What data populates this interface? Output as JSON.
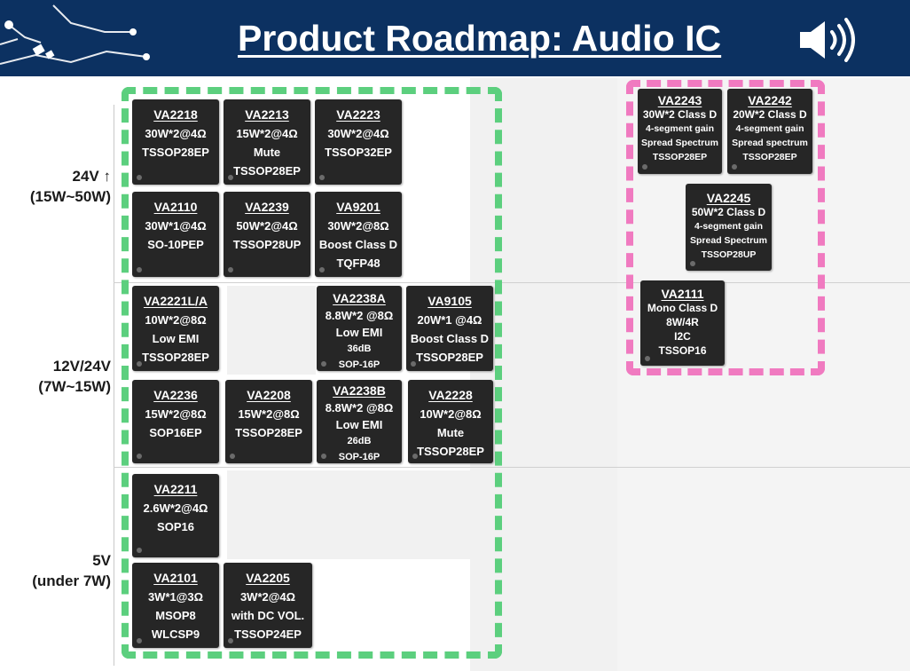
{
  "header": {
    "title": "Product Roadmap:  Audio IC",
    "icon": "speaker-icon"
  },
  "colors": {
    "header_bg": "#0c3161",
    "chip_bg": "#262626",
    "green_group": "#5ccf7e",
    "pink_group": "#f07ac0"
  },
  "rows": [
    {
      "line1": "24V ↑",
      "line2": "(15W~50W)"
    },
    {
      "line1": "12V/24V",
      "line2": "(7W~15W)"
    },
    {
      "line1": "5V",
      "line2": "(under 7W)"
    }
  ],
  "chips": {
    "va2218": {
      "name": "VA2218",
      "lines": [
        "30W*2@4Ω",
        "TSSOP28EP"
      ]
    },
    "va2213": {
      "name": "VA2213",
      "lines": [
        "15W*2@4Ω",
        "Mute",
        "TSSOP28EP"
      ]
    },
    "va2223": {
      "name": "VA2223",
      "lines": [
        "30W*2@4Ω",
        "TSSOP32EP"
      ]
    },
    "va2110": {
      "name": "VA2110",
      "lines": [
        "30W*1@4Ω",
        "SO-10PEP"
      ]
    },
    "va2239": {
      "name": "VA2239",
      "lines": [
        "50W*2@4Ω",
        "TSSOP28UP"
      ]
    },
    "va9201": {
      "name": "VA9201",
      "lines": [
        "30W*2@8Ω",
        "Boost Class D",
        "TQFP48"
      ]
    },
    "va2221": {
      "name": "VA2221L/A",
      "lines": [
        "10W*2@8Ω",
        "Low EMI",
        "TSSOP28EP"
      ]
    },
    "va2238a": {
      "name": "VA2238A",
      "lines": [
        "8.8W*2 @8Ω",
        "Low EMI",
        "36dB",
        "SOP-16P"
      ]
    },
    "va9105": {
      "name": "VA9105",
      "lines": [
        "20W*1 @4Ω",
        "Boost Class D",
        "TSSOP28EP"
      ]
    },
    "va2236": {
      "name": "VA2236",
      "lines": [
        "15W*2@8Ω",
        "SOP16EP"
      ]
    },
    "va2208": {
      "name": "VA2208",
      "lines": [
        "15W*2@8Ω",
        "TSSOP28EP"
      ]
    },
    "va2238b": {
      "name": "VA2238B",
      "lines": [
        "8.8W*2 @8Ω",
        "Low EMI",
        "26dB",
        "SOP-16P"
      ]
    },
    "va2228": {
      "name": "VA2228",
      "lines": [
        "10W*2@8Ω",
        "Mute",
        "TSSOP28EP"
      ]
    },
    "va2211": {
      "name": "VA2211",
      "lines": [
        "2.6W*2@4Ω",
        "SOP16"
      ]
    },
    "va2101": {
      "name": "VA2101",
      "lines": [
        "3W*1@3Ω",
        "MSOP8",
        "WLCSP9"
      ]
    },
    "va2205": {
      "name": "VA2205",
      "lines": [
        "3W*2@4Ω",
        "with DC VOL.",
        "TSSOP24EP"
      ]
    },
    "va2243": {
      "name": "VA2243",
      "lines": [
        "30W*2 Class D",
        "4-segment gain",
        "Spread Spectrum",
        "TSSOP28EP"
      ]
    },
    "va2242": {
      "name": "VA2242",
      "lines": [
        "20W*2 Class D",
        "4-segment gain",
        "Spread spectrum",
        "TSSOP28EP"
      ]
    },
    "va2245": {
      "name": "VA2245",
      "lines": [
        "50W*2 Class D",
        "4-segment gain",
        "Spread Spectrum",
        "TSSOP28UP"
      ]
    },
    "va2111": {
      "name": "VA2111",
      "lines": [
        "Mono Class D",
        "8W/4R",
        "I2C",
        "TSSOP16"
      ]
    }
  }
}
